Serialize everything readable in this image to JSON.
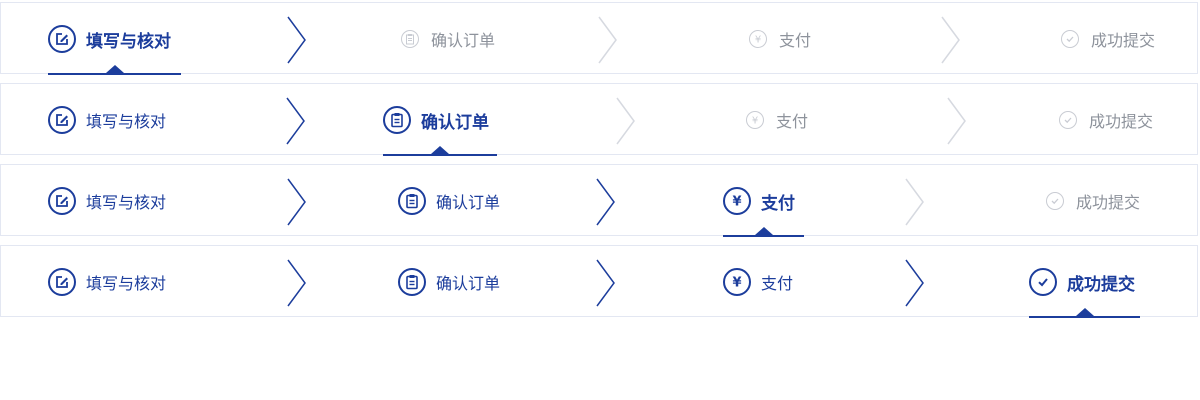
{
  "labels": {
    "fill_check": "填写与核对",
    "confirm_order": "确认订单",
    "pay": "支付",
    "success": "成功提交"
  },
  "colors": {
    "active": "#1c3d9c",
    "inactive": "#c9ccd3",
    "inactive_text": "#8e939c",
    "border": "#e3e7f2"
  },
  "icons": {
    "fill_check": "edit-icon",
    "confirm_order": "clipboard-icon",
    "pay": "yen-icon",
    "success": "check-icon"
  },
  "progress_bars": [
    {
      "current_step": 1,
      "states": [
        "active",
        "inactive",
        "inactive",
        "inactive"
      ]
    },
    {
      "current_step": 2,
      "states": [
        "done",
        "active",
        "inactive",
        "inactive"
      ]
    },
    {
      "current_step": 3,
      "states": [
        "done",
        "done",
        "active",
        "inactive"
      ]
    },
    {
      "current_step": 4,
      "states": [
        "done",
        "done",
        "done",
        "active"
      ]
    }
  ]
}
